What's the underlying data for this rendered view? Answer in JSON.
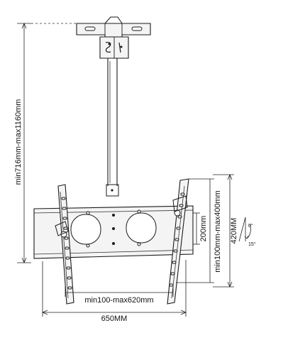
{
  "dimensions": {
    "height_range": "min716mm-max1160mm",
    "hole_spacing_vertical": "200mm",
    "vertical_range": "min100mm-max400mm",
    "bracket_height": "420MM",
    "horizontal_range": "min100-max620mm",
    "bracket_width": "650MM"
  },
  "tilt": {
    "upper_angle": "0°",
    "lower_angle": "15°"
  }
}
